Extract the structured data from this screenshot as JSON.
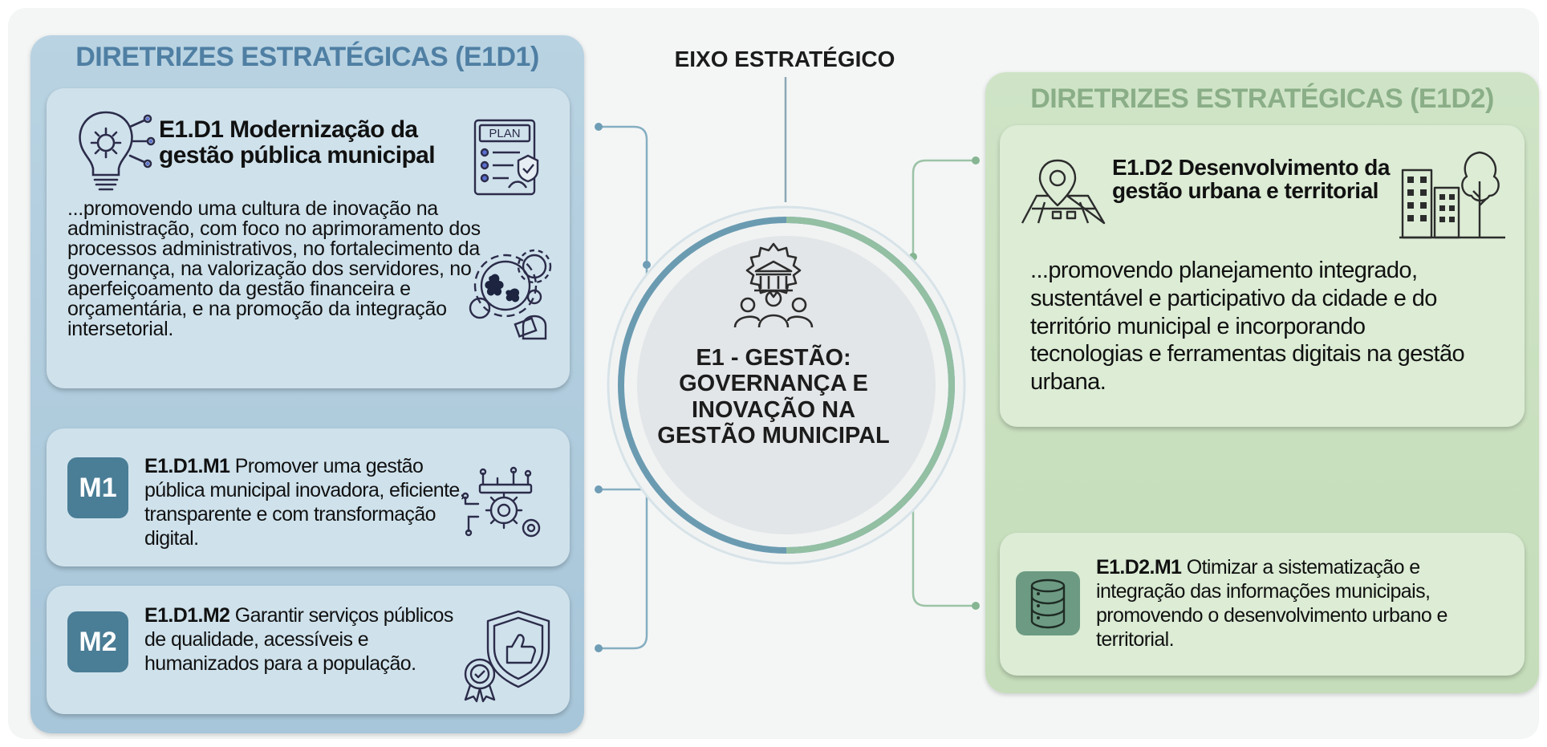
{
  "axis": {
    "title": "EIXO ESTRATÉGICO"
  },
  "center": {
    "title": "E1 - GESTÃO: GOVERNANÇA E INOVAÇÃO NA GESTÃO MUNICIPAL"
  },
  "left_panel": {
    "title": "DIRETRIZES ESTRATÉGICAS (E1D1)",
    "directive": {
      "title": "E1.D1 Modernização da gestão pública municipal",
      "icon_label": "PLAN",
      "body": "...promovendo uma cultura de inovação na administração, com foco no aprimoramento dos processos administrativos, no fortalecimento da governança, na valorização dos servidores, no aperfeiçoamento da gestão financeira e orçamentária, e na promoção da integração intersetorial."
    },
    "goals": [
      {
        "badge": "M1",
        "code": "E1.D1.M1",
        "text": "Promover uma gestão pública municipal inovadora, eficiente, transparente e com transformação digital."
      },
      {
        "badge": "M2",
        "code": "E1.D1.M2",
        "text": "Garantir serviços públicos de qualidade, acessíveis e humanizados para a população."
      }
    ]
  },
  "right_panel": {
    "title": "DIRETRIZES ESTRATÉGICAS (E1D2)",
    "directive": {
      "title": "E1.D2 Desenvolvimento da gestão urbana e territorial",
      "body": "...promovendo planejamento integrado, sustentável e participativo da cidade e do território municipal e incorporando tecnologias e ferramentas digitais na gestão urbana."
    },
    "goals": [
      {
        "code": "E1.D2.M1",
        "text": "Otimizar a sistematização e integração das informações municipais, promovendo o desenvolvimento urbano e territorial."
      }
    ]
  },
  "colors": {
    "blue_panel": "#a7c6d9",
    "blue_title": "#4f7fa3",
    "green_panel": "#c5ddba",
    "green_title": "#8aae87",
    "badge": "#4a7d96",
    "db_icon_bg": "#6d9a83"
  }
}
